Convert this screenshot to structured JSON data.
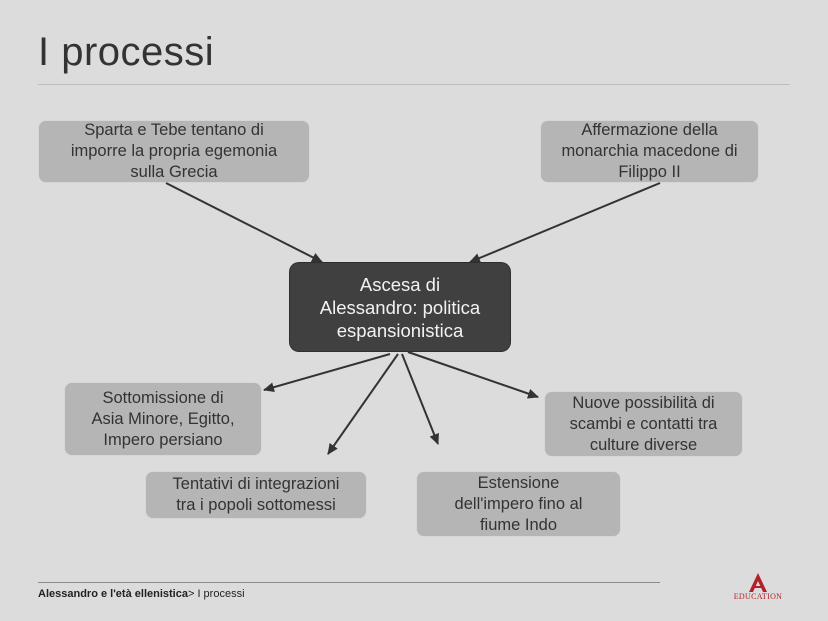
{
  "title": "I processi",
  "nodes": {
    "top_left": "Sparta e Tebe tentano di\nimporre la propria egemonia\nsulla Grecia",
    "top_right": "Affermazione della\nmonarchia macedone di\nFilippo II",
    "center": "Ascesa di\nAlessandro: politica\nespansionistica",
    "left": "Sottomissione di\nAsia Minore, Egitto,\nImpero persiano",
    "bottom_left": "Tentativi di integrazioni\ntra i popoli sottomessi",
    "bottom_center": "Estensione\ndell'impero fino al\nfiume Indo",
    "right": "Nuove possibilità di\nscambi e contatti tra\nculture diverse"
  },
  "footer": {
    "section": "Alessandro e l'età ellenistica",
    "current": "> I processi"
  },
  "logo": {
    "text": "EDUCATION",
    "color": "#b0232a"
  },
  "colors": {
    "background": "#dcdcdc",
    "box": "#b5b5b5",
    "center_box": "#404040",
    "arrow": "#333333"
  }
}
